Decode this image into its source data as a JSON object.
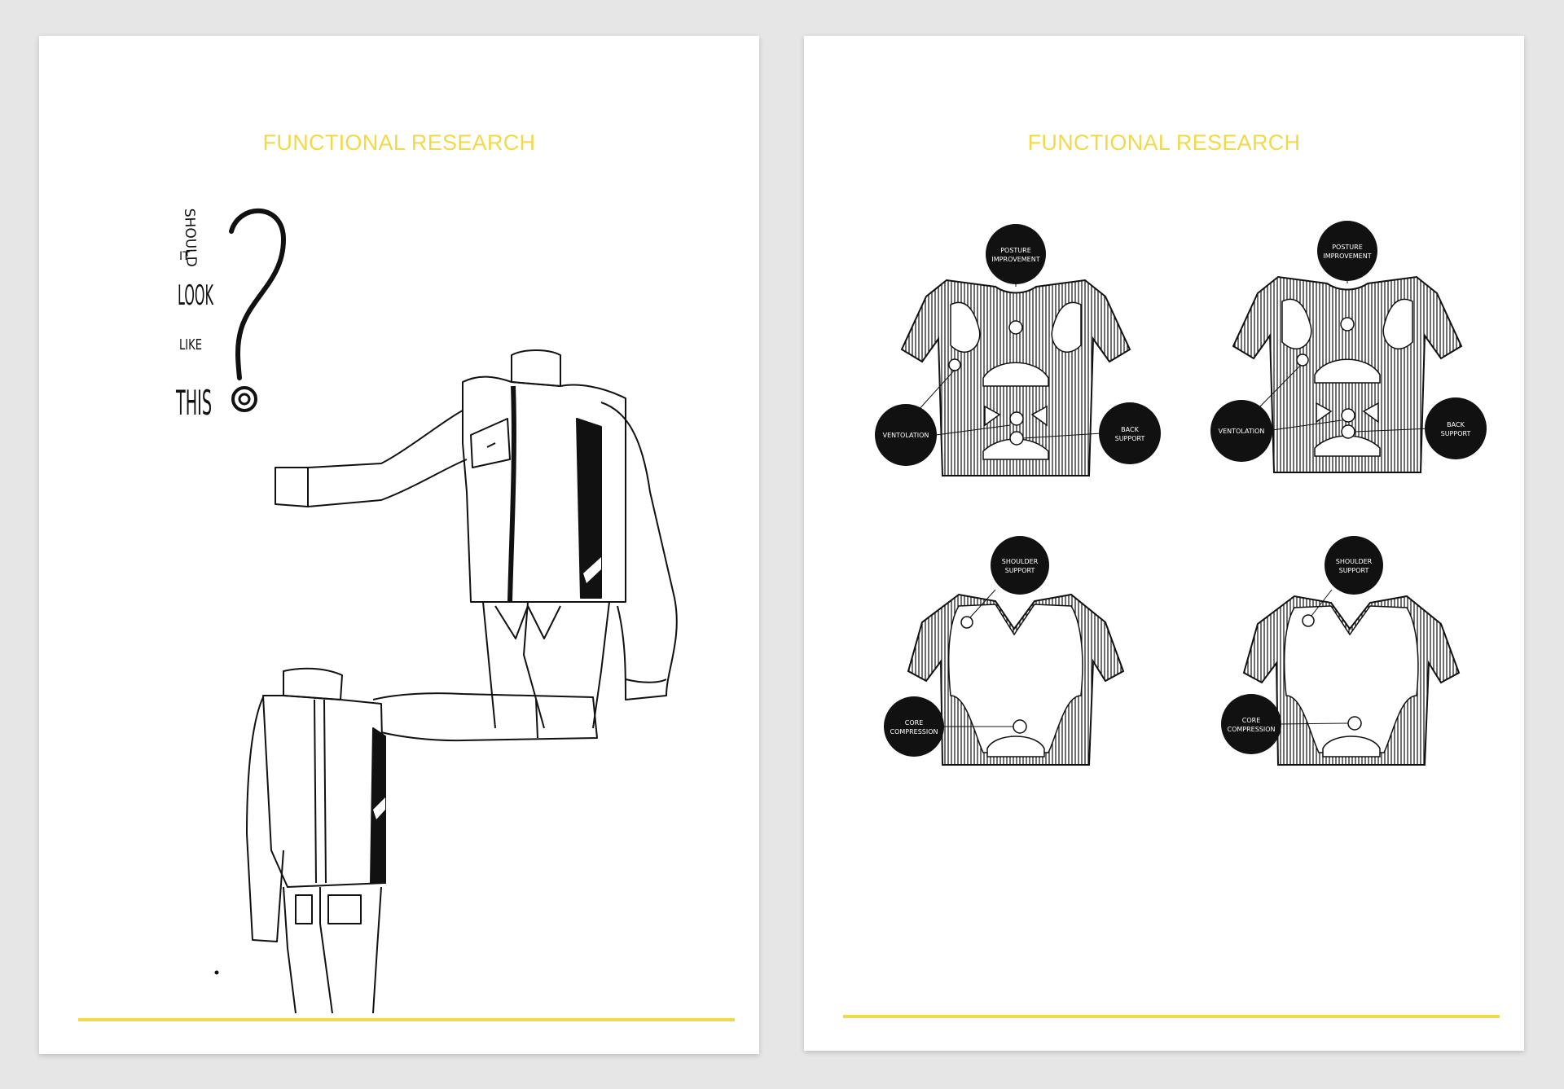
{
  "colors": {
    "accent": "#f2d94a",
    "background": "#e6e6e6",
    "page": "#ffffff",
    "ink": "#111111"
  },
  "left_page": {
    "title": "FUNCTIONAL RESEARCH",
    "question": {
      "line1": "SHOULD",
      "line2": "IT",
      "line3": "LOOK",
      "line4": "LIKE",
      "line5": "THIS"
    },
    "icons": [
      "question-mark-icon",
      "jacket-sketch-front",
      "jacket-sketch-back"
    ]
  },
  "right_page": {
    "title": "FUNCTIONAL RESEARCH",
    "shirts": [
      {
        "name": "shirt-1",
        "callouts": [
          {
            "line1": "POSTURE",
            "line2": "IMPROVEMENT"
          },
          {
            "line1": "VENTOLATION",
            "line2": ""
          },
          {
            "line1": "BACK",
            "line2": "SUPPORT"
          }
        ]
      },
      {
        "name": "shirt-2",
        "callouts": [
          {
            "line1": "POSTURE",
            "line2": "IMPROVEMENT"
          },
          {
            "line1": "VENTOLATION",
            "line2": ""
          },
          {
            "line1": "BACK",
            "line2": "SUPPORT"
          }
        ]
      },
      {
        "name": "shirt-3",
        "callouts": [
          {
            "line1": "SHOULDER",
            "line2": "SUPPORT"
          },
          {
            "line1": "CORE",
            "line2": "COMPRESSION"
          }
        ]
      },
      {
        "name": "shirt-4",
        "callouts": [
          {
            "line1": "SHOULDER",
            "line2": "SUPPORT"
          },
          {
            "line1": "CORE",
            "line2": "COMPRESSION"
          }
        ]
      }
    ]
  }
}
